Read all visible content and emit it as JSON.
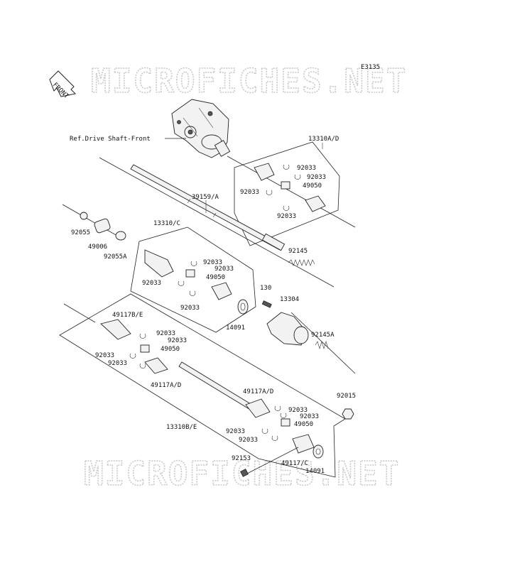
{
  "diagram": {
    "code": "E3135",
    "front_label": "FRONT",
    "ref_label": "Ref.Drive Shaft-Front",
    "watermark_top": "MICROFICHES.NET",
    "watermark_bottom": "MICROFICHES.NET",
    "labels": {
      "p13310AD": "13310A/D",
      "p92033_a1": "92033",
      "p92033_a2": "92033",
      "p92033_a3": "92033",
      "p49050_a": "49050",
      "p92033_a4": "92033",
      "p39159A": "39159/A",
      "p92055": "92055",
      "p49006": "49006",
      "p92055A": "92055A",
      "p13310C": "13310/C",
      "p92033_b1": "92033",
      "p92033_b2": "92033",
      "p49050_b": "49050",
      "p92033_b3": "92033",
      "p92033_b4": "92033",
      "p92145": "92145",
      "p130": "130",
      "p13304": "13304",
      "p14091_a": "14091",
      "p92145A": "92145A",
      "p49117BE": "49117B/E",
      "p92033_c1": "92033",
      "p92033_c2": "92033",
      "p49050_c": "49050",
      "p92033_c3": "92033",
      "p92033_c4": "92033",
      "p49117AD_a": "49117A/D",
      "p49117AD_b": "49117A/D",
      "p92015": "92015",
      "p92033_d1": "92033",
      "p92033_d2": "92033",
      "p13310BE": "13310B/E",
      "p49050_d": "49050",
      "p92033_d3": "92033",
      "p92033_d4": "92033",
      "p92153": "92153",
      "p49117C": "49117/C",
      "p14091_b": "14091"
    }
  }
}
